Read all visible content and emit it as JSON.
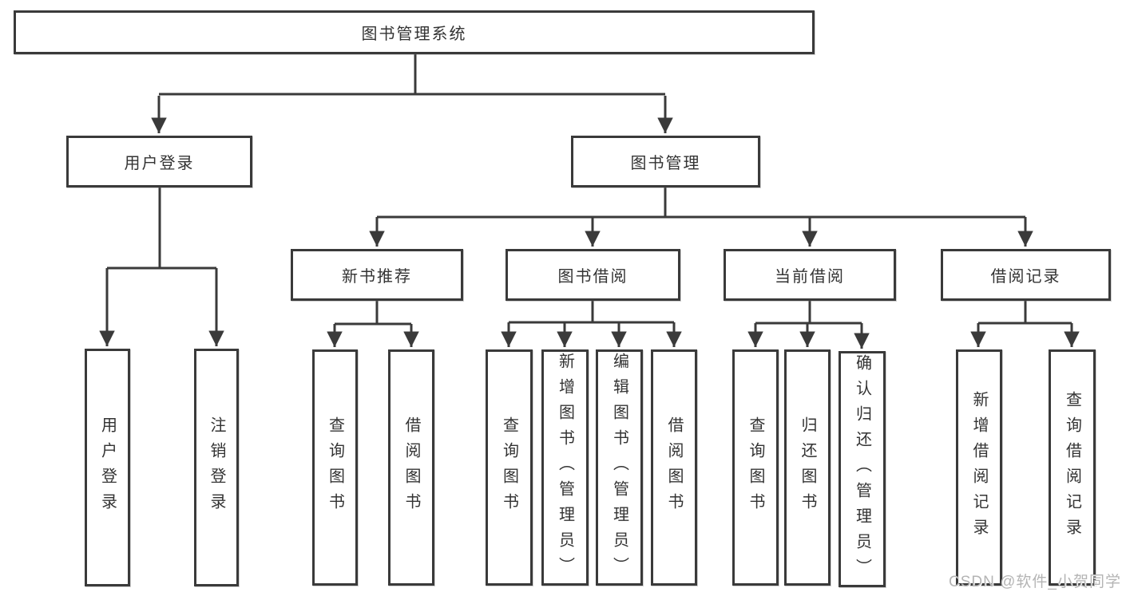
{
  "tree": {
    "label": "图书管理系统",
    "children": [
      {
        "label": "用户登录",
        "children": [
          {
            "label": "用户登录"
          },
          {
            "label": "注销登录"
          }
        ]
      },
      {
        "label": "图书管理",
        "children": [
          {
            "label": "新书推荐",
            "children": [
              {
                "label": "查询图书"
              },
              {
                "label": "借阅图书"
              }
            ]
          },
          {
            "label": "图书借阅",
            "children": [
              {
                "label": "查询图书"
              },
              {
                "label": "新增图书（管理员）"
              },
              {
                "label": "编辑图书（管理员）"
              },
              {
                "label": "借阅图书"
              }
            ]
          },
          {
            "label": "当前借阅",
            "children": [
              {
                "label": "查询图书"
              },
              {
                "label": "归还图书"
              },
              {
                "label": "确认归还（管理员）"
              }
            ]
          },
          {
            "label": "借阅记录",
            "children": [
              {
                "label": "新增借阅记录"
              },
              {
                "label": "查询借阅记录"
              }
            ]
          }
        ]
      }
    ]
  },
  "watermark": {
    "text": "CSDN @软件_小贺同学"
  },
  "colors": {
    "line": "#3a3a3a",
    "text": "#333333",
    "watermark": "#b4b4b4",
    "background": "#ffffff"
  }
}
